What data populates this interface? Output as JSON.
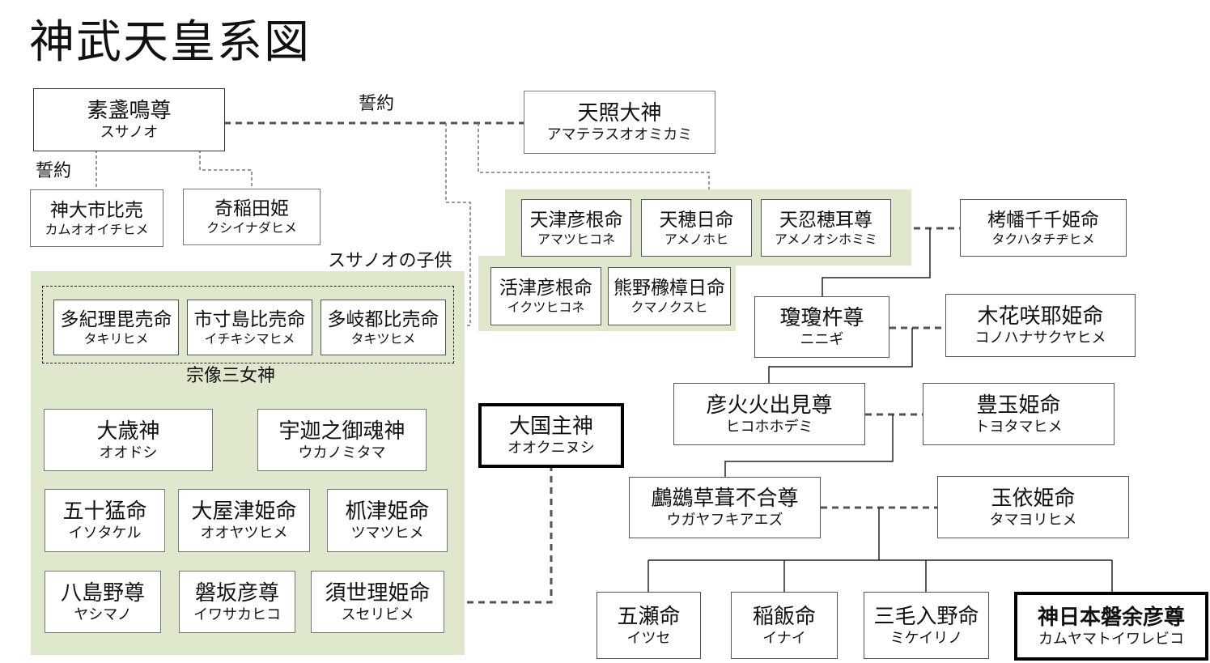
{
  "title": "神武天皇系図",
  "labels": {
    "oath_top": "誓約",
    "oath_left": "誓約",
    "susanoo_children": "スサノオの子供",
    "munakata": "宗像三女神"
  },
  "nodes": {
    "susanoo": {
      "name": "素盞鳴尊",
      "reading": "スサノオ"
    },
    "amaterasu": {
      "name": "天照大神",
      "reading": "アマテラスオオミカミ"
    },
    "kamuooichi": {
      "name": "神大市比売",
      "reading": "カムオオイチヒメ"
    },
    "kushinada": {
      "name": "奇稲田姫",
      "reading": "クシイナダヒメ"
    },
    "amatsuhikone": {
      "name": "天津彦根命",
      "reading": "アマツヒコネ"
    },
    "amenohohi": {
      "name": "天穂日命",
      "reading": "アメノホヒ"
    },
    "amenooshihomimi": {
      "name": "天忍穂耳尊",
      "reading": "アメノオシホミミ"
    },
    "takuhatachiji": {
      "name": "栲幡千千姫命",
      "reading": "タクハタチヂヒメ"
    },
    "ikutsuhikone": {
      "name": "活津彦根命",
      "reading": "イクツヒコネ"
    },
    "kumanokusubi": {
      "name": "熊野櫲樟日命",
      "reading": "クマノクスヒ"
    },
    "ninigi": {
      "name": "瓊瓊杵尊",
      "reading": "ニニギ"
    },
    "konohanasakuya": {
      "name": "木花咲耶姫命",
      "reading": "コノハナサクヤヒメ"
    },
    "takiri": {
      "name": "多紀理毘売命",
      "reading": "タキリヒメ"
    },
    "ichikishima": {
      "name": "市寸島比売命",
      "reading": "イチキシマヒメ"
    },
    "takitsu": {
      "name": "多岐都比売命",
      "reading": "タキツヒメ"
    },
    "hikohohodemi": {
      "name": "彦火火出見尊",
      "reading": "ヒコホホデミ"
    },
    "toyotama": {
      "name": "豊玉姫命",
      "reading": "トヨタマヒメ"
    },
    "ootoshi": {
      "name": "大歳神",
      "reading": "オオドシ"
    },
    "ukanomitama": {
      "name": "宇迦之御魂神",
      "reading": "ウカノミタマ"
    },
    "ookuninushi": {
      "name": "大国主神",
      "reading": "オオクニヌシ"
    },
    "ugayafukiaezu": {
      "name": "鸕鷀草葺不合尊",
      "reading": "ウガヤフキアエズ"
    },
    "tamayori": {
      "name": "玉依姫命",
      "reading": "タマヨリヒメ"
    },
    "isotakeru": {
      "name": "五十猛命",
      "reading": "イソタケル"
    },
    "ooyatsu": {
      "name": "大屋津姫命",
      "reading": "オオヤツヒメ"
    },
    "tsumatsu": {
      "name": "枛津姫命",
      "reading": "ツマツヒメ"
    },
    "yashimano": {
      "name": "八島野尊",
      "reading": "ヤシマノ"
    },
    "iwasakahiko": {
      "name": "磐坂彦尊",
      "reading": "イワサカヒコ"
    },
    "suseri": {
      "name": "須世理姫命",
      "reading": "スセリビメ"
    },
    "itsuse": {
      "name": "五瀬命",
      "reading": "イツセ"
    },
    "inai": {
      "name": "稲飯命",
      "reading": "イナイ"
    },
    "mikeirino": {
      "name": "三毛入野命",
      "reading": "ミケイリノ"
    },
    "jimmu": {
      "name": "神日本磐余彦尊",
      "reading": "カムヤマトイワレビコ"
    }
  }
}
